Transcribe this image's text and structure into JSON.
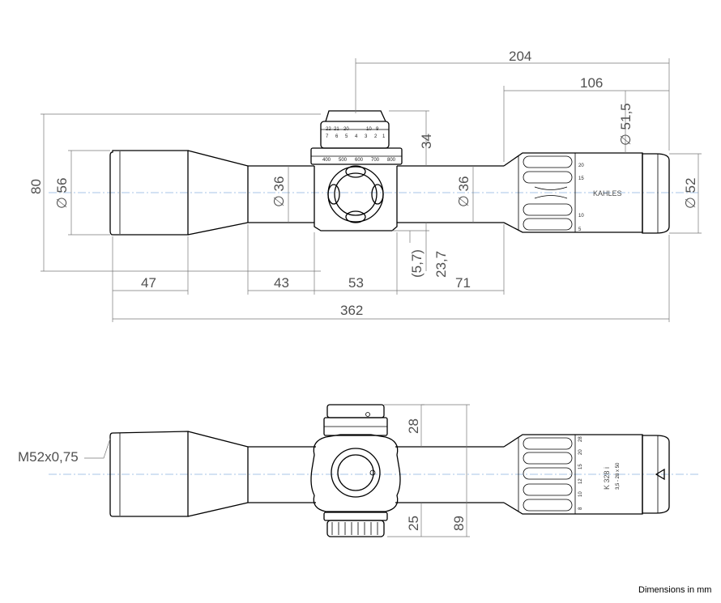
{
  "dimensions": {
    "overall_length": "362",
    "rear_section": "204",
    "eyepiece_section": "106",
    "objective_length": "47",
    "tube_front": "43",
    "turret_section": "53",
    "tube_rear": "71",
    "height_overall": "80",
    "objective_diameter": "∅ 56",
    "tube_diameter_front": "∅ 36",
    "tube_diameter_rear": "∅ 36",
    "eyepiece_diameter": "∅ 51,5",
    "ocular_diameter": "∅ 52",
    "turret_height_top": "34",
    "offset_small": "(5,7)",
    "offset_large": "23,7",
    "top_turret_height": "28",
    "bottom_turret_height": "25",
    "total_turret_span": "89",
    "thread": "M52x0,75"
  },
  "markings": {
    "brand": "KAHLES",
    "model": "K 328 i",
    "spec": "3,5 - 28 x 50",
    "turret_top_row": [
      "22",
      "21",
      "20",
      "10",
      "9"
    ],
    "turret_bottom_row": [
      "7",
      "6",
      "5",
      "4",
      "3",
      "2",
      "1"
    ],
    "ring_row": [
      "400",
      "500",
      "600",
      "700",
      "800"
    ],
    "mag_scale": [
      "5",
      "10",
      "15",
      "20"
    ],
    "mag_scale_b": [
      "8",
      "10",
      "12",
      "15",
      "20",
      "28"
    ]
  },
  "footer_note": "Dimensions in mm"
}
